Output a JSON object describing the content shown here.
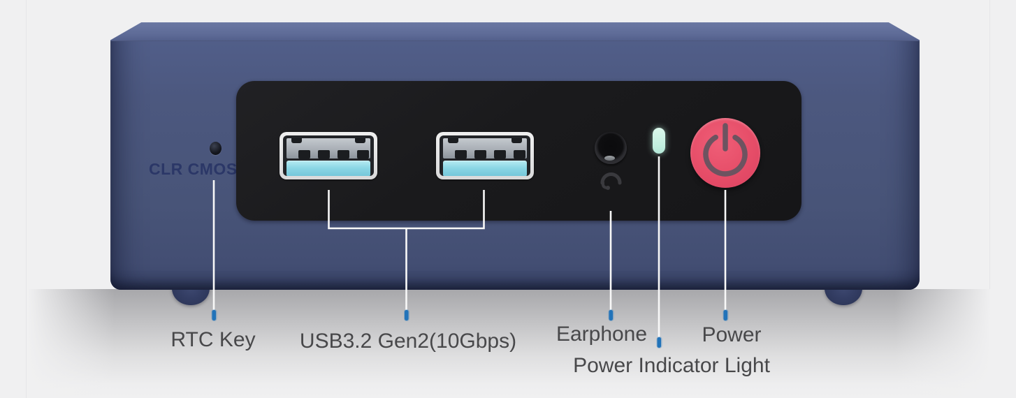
{
  "figure": {
    "type": "product-port-annotation-diagram",
    "subject": "Mini PC front panel with labeled ports"
  },
  "panel_text": {
    "clr_cmos": "CLR CMOS"
  },
  "labels": {
    "rtc_key": "RTC Key",
    "usb": "USB3.2 Gen2(10Gbps)",
    "earphone": "Earphone",
    "power_indicator": "Power Indicator Light",
    "power": "Power"
  },
  "ports": {
    "rtc_pinhole": "recessed reset pinhole",
    "usb_count": 2,
    "earphone_jack": "3.5mm headset jack",
    "power_indicator_light": "mint LED pill",
    "power_button": "round power button with power-icon"
  },
  "colors": {
    "background": "#f0f0f1",
    "body_blue": "#4a567f",
    "panel_black": "#1b1b1d",
    "usb_tongue_teal": "#84d4e4",
    "indicator_mint": "#c6f0e2",
    "power_button_red": "#e54e68",
    "silkscreen_navy": "#2b3767",
    "leader_line_white": "#f8f8f8",
    "leader_tip_blue": "#2273b9",
    "label_gray": "#48484a"
  }
}
